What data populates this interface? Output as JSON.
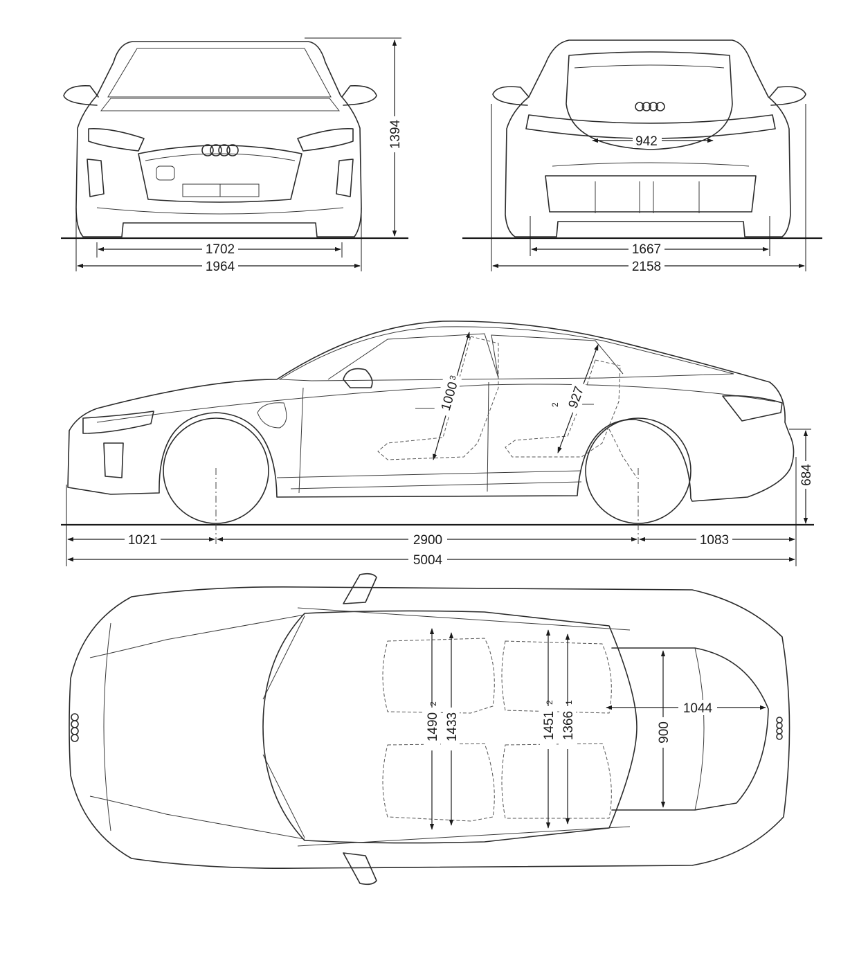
{
  "dimensions": {
    "front_track": "1702",
    "width": "1964",
    "height": "1394",
    "rear_track": "1667",
    "width_mirrors": "2158",
    "trunk_opening": "942",
    "front_overhang": "1021",
    "wheelbase": "2900",
    "rear_overhang": "1083",
    "length": "5004",
    "rear_ground_height": "684",
    "front_headroom": "1000",
    "front_headroom_note": "3",
    "rear_headroom": "927",
    "rear_headroom_note": "2",
    "front_shoulder": "1490",
    "front_shoulder_note": "2",
    "front_elbow": "1433",
    "rear_shoulder": "1451",
    "rear_shoulder_note": "2",
    "rear_elbow": "1366",
    "rear_elbow_note": "1",
    "trunk_length": "1044",
    "trunk_width": "900"
  },
  "colors": {
    "line": "#2b2b2b",
    "background": "#ffffff"
  }
}
